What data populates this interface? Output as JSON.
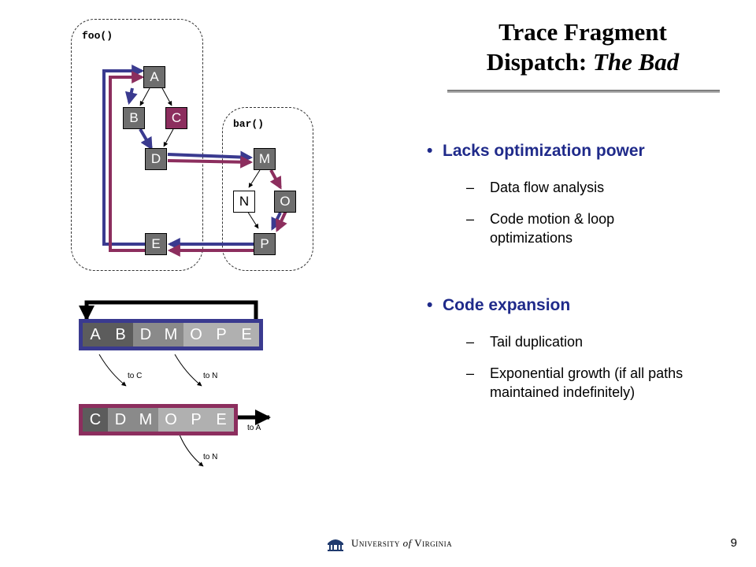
{
  "slide": {
    "title_line1": "Trace Fragment",
    "title_line2_plain": "Dispatch: ",
    "title_line2_italic": "The Bad",
    "page_number": "9",
    "footer_logo_text_upper": "University",
    "footer_logo_text_of": "of",
    "footer_logo_text_last": "Virginia"
  },
  "diagram": {
    "foo_label": "foo()",
    "bar_label": "bar()",
    "nodes": {
      "A": "A",
      "B": "B",
      "C": "C",
      "D": "D",
      "E": "E",
      "M": "M",
      "N": "N",
      "O": "O",
      "P": "P"
    },
    "trace1": [
      "A",
      "B",
      "D",
      "M",
      "O",
      "P",
      "E"
    ],
    "trace2": [
      "C",
      "D",
      "M",
      "O",
      "P",
      "E"
    ],
    "labels": {
      "to_c": "to C",
      "to_n_1": "to N",
      "to_a": "to A",
      "to_n_2": "to N"
    },
    "colors": {
      "blue": "#3a3a8f",
      "maroon": "#8c2e5e",
      "bullet": "#1f2a8a"
    }
  },
  "content": {
    "bullet1": "Lacks optimization power",
    "bullet1_subs": [
      "Data flow analysis",
      "Code motion & loop optimizations"
    ],
    "bullet2": "Code expansion",
    "bullet2_subs": [
      "Tail duplication",
      "Exponential growth (if all paths maintained indefinitely)"
    ],
    "bullet_marker": "•",
    "sub_marker": "–"
  }
}
